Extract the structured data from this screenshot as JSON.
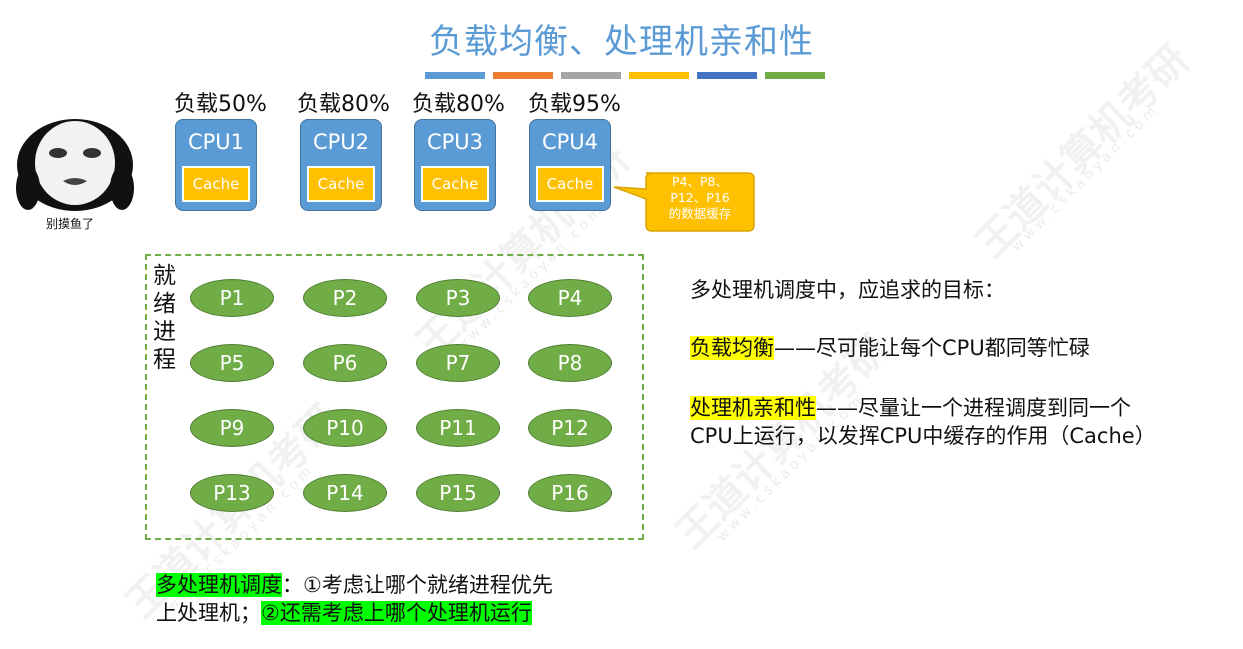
{
  "title": "负载均衡、处理机亲和性",
  "title_bar_colors": [
    "#5b9bd5",
    "#ed7d31",
    "#a5a5a5",
    "#ffc000",
    "#4472c4",
    "#70ad47"
  ],
  "avatar_caption": "别摸鱼了",
  "cpus": [
    {
      "load": "负载50%",
      "name": "CPU1",
      "cache": "Cache"
    },
    {
      "load": "负载80%",
      "name": "CPU2",
      "cache": "Cache"
    },
    {
      "load": "负载80%",
      "name": "CPU3",
      "cache": "Cache"
    },
    {
      "load": "负载95%",
      "name": "CPU4",
      "cache": "Cache"
    }
  ],
  "cache_callout": {
    "line1": "P4、P8、",
    "line2": "P12、P16",
    "line3": "的数据缓存"
  },
  "ready_label": [
    "就",
    "绪",
    "进",
    "程"
  ],
  "processes": [
    "P1",
    "P2",
    "P3",
    "P4",
    "P5",
    "P6",
    "P7",
    "P8",
    "P9",
    "P10",
    "P11",
    "P12",
    "P13",
    "P14",
    "P15",
    "P16"
  ],
  "goals": {
    "heading": "多处理机调度中，应追求的目标：",
    "load_balance_term": "负载均衡",
    "load_balance_desc": "——尽可能让每个CPU都同等忙碌",
    "affinity_term": "处理机亲和性",
    "affinity_desc_1": "——尽量让一个进程调度到同一个",
    "affinity_desc_2": "CPU上运行，以发挥CPU中缓存的作用（Cache）"
  },
  "scheduling": {
    "term": "多处理机调度",
    "part1": "：①考虑让哪个就绪进程优先",
    "part2": "上处理机；",
    "part3": "②还需考虑上哪个处理机运行"
  },
  "watermark": {
    "brand": "王道计算机考研",
    "url": "www.cskaoyan.com"
  },
  "colors": {
    "cpu": "#5b9bd5",
    "cache": "#ffc000",
    "process": "#70ad47",
    "title": "#5b9bd5"
  }
}
